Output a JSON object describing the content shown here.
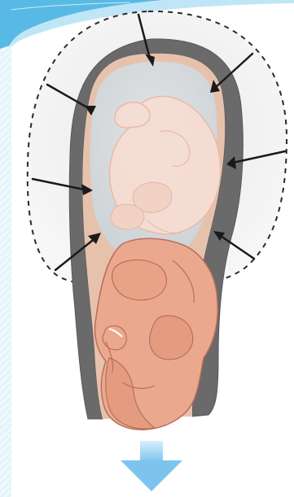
{
  "diagram": {
    "colors": {
      "slide_accent": "#59b9e5",
      "slide_accent_light": "#bfe6f6",
      "slide_stripe": "#dff1fa",
      "dashed_outline": "#2a2a2a",
      "uterus_wall": "#6a6a6a",
      "uterus_inner_lining": "#e6c2ad",
      "amniotic_shadow": "#d9dde0",
      "fetus_upper_faded": "#f6ddd2",
      "fetus_upper_stroke": "#e8b9a6",
      "fetus_lower": "#eaa98e",
      "fetus_lower_stroke": "#b86f59",
      "arrow_pressure": "#1a1a1a",
      "arrow_expulsion": "#7cc4ee"
    },
    "pressure_arrows": [
      {
        "id": "top-center"
      },
      {
        "id": "top-right"
      },
      {
        "id": "upper-left"
      },
      {
        "id": "mid-right"
      },
      {
        "id": "mid-left"
      },
      {
        "id": "lower-right"
      },
      {
        "id": "lower-left"
      }
    ],
    "expulsion_arrow": {
      "direction": "down"
    }
  }
}
